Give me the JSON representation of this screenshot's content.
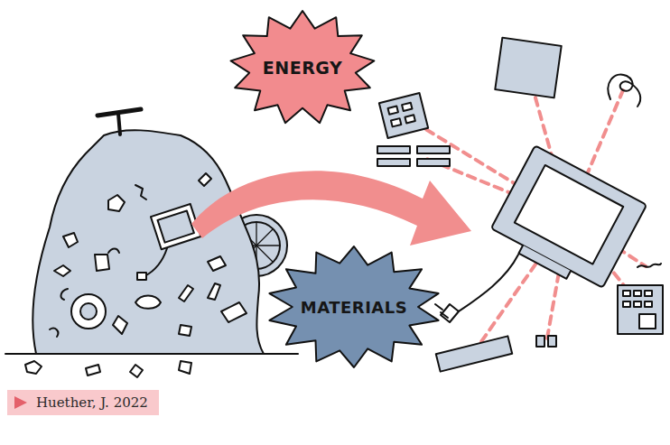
{
  "diagram": {
    "nodes": [
      {
        "text": [
          "ENERGY"
        ]
      },
      {
        "text": [
          "MATERIALS"
        ]
      },
      {
        "text": [
          "Huether, J. 2022"
        ]
      }
    ]
  }
}
